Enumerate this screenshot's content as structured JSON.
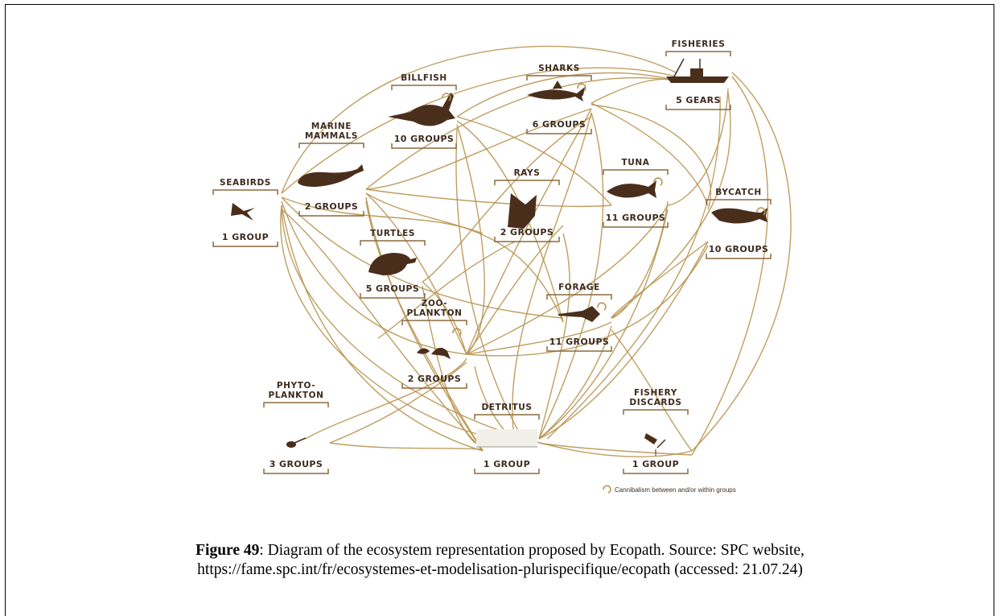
{
  "diagram": {
    "nodes": [
      {
        "id": "fisheries",
        "title": "FISHERIES",
        "count": "5 GEARS",
        "icon": "fishing-vessel-icon",
        "cannibal": false
      },
      {
        "id": "sharks",
        "title": "SHARKS",
        "count": "6 GROUPS",
        "icon": "shark-icon",
        "cannibal": true
      },
      {
        "id": "billfish",
        "title": "BILLFISH",
        "count": "10 GROUPS",
        "icon": "marlin-icon",
        "cannibal": true
      },
      {
        "id": "marine-mammals",
        "title_lines": [
          "MARINE",
          "MAMMALS"
        ],
        "count": "2 GROUPS",
        "icon": "whale-icon",
        "cannibal": false
      },
      {
        "id": "seabirds",
        "title": "SEABIRDS",
        "count": "1 GROUP",
        "icon": "seabird-icon",
        "cannibal": false
      },
      {
        "id": "rays",
        "title": "RAYS",
        "count": "2 GROUPS",
        "icon": "manta-ray-icon",
        "cannibal": false
      },
      {
        "id": "tuna",
        "title": "TUNA",
        "count": "11 GROUPS",
        "icon": "tuna-icon",
        "cannibal": true
      },
      {
        "id": "bycatch",
        "title": "BYCATCH",
        "count": "10 GROUPS",
        "icon": "mahi-mahi-icon",
        "cannibal": true
      },
      {
        "id": "turtles",
        "title": "TURTLES",
        "count": "5 GROUPS",
        "icon": "turtle-icon",
        "cannibal": false
      },
      {
        "id": "forage",
        "title": "FORAGE",
        "count": "11 GROUPS",
        "icon": "squid-icon",
        "cannibal": true
      },
      {
        "id": "zooplankton",
        "title_lines": [
          "ZOO-",
          "PLANKTON"
        ],
        "count": "2 GROUPS",
        "icon": "zooplankton-icon",
        "cannibal": true
      },
      {
        "id": "phytoplankton",
        "title_lines": [
          "PHYTO-",
          "PLANKTON"
        ],
        "count": "3 GROUPS",
        "icon": "phytoplankton-icon",
        "cannibal": false
      },
      {
        "id": "detritus",
        "title": "DETRITUS",
        "count": "1 GROUP",
        "icon": "detritus-icon",
        "cannibal": false
      },
      {
        "id": "fishery-discards",
        "title_lines": [
          "FISHERY",
          "DISCARDS"
        ],
        "count": "1 GROUP",
        "icon": "discarded-fish-icon",
        "cannibal": false
      }
    ],
    "legend": {
      "text": "Cannibalism between and/or within groups",
      "icon": "cannibalism-arrow-icon"
    }
  },
  "caption": {
    "label": "Figure 49",
    "text": ": Diagram of the ecosystem representation proposed by Ecopath. Source: SPC website,",
    "url": "https://fame.spc.int/fr/ecosystemes-et-modelisation-plurispecifique/ecopath (accessed: 21.07.24)"
  },
  "colors": {
    "flow": "#b8934f",
    "bracket": "#8b6a3f",
    "silhouette": "#4a2e1c",
    "text": "#3d2b1f"
  }
}
